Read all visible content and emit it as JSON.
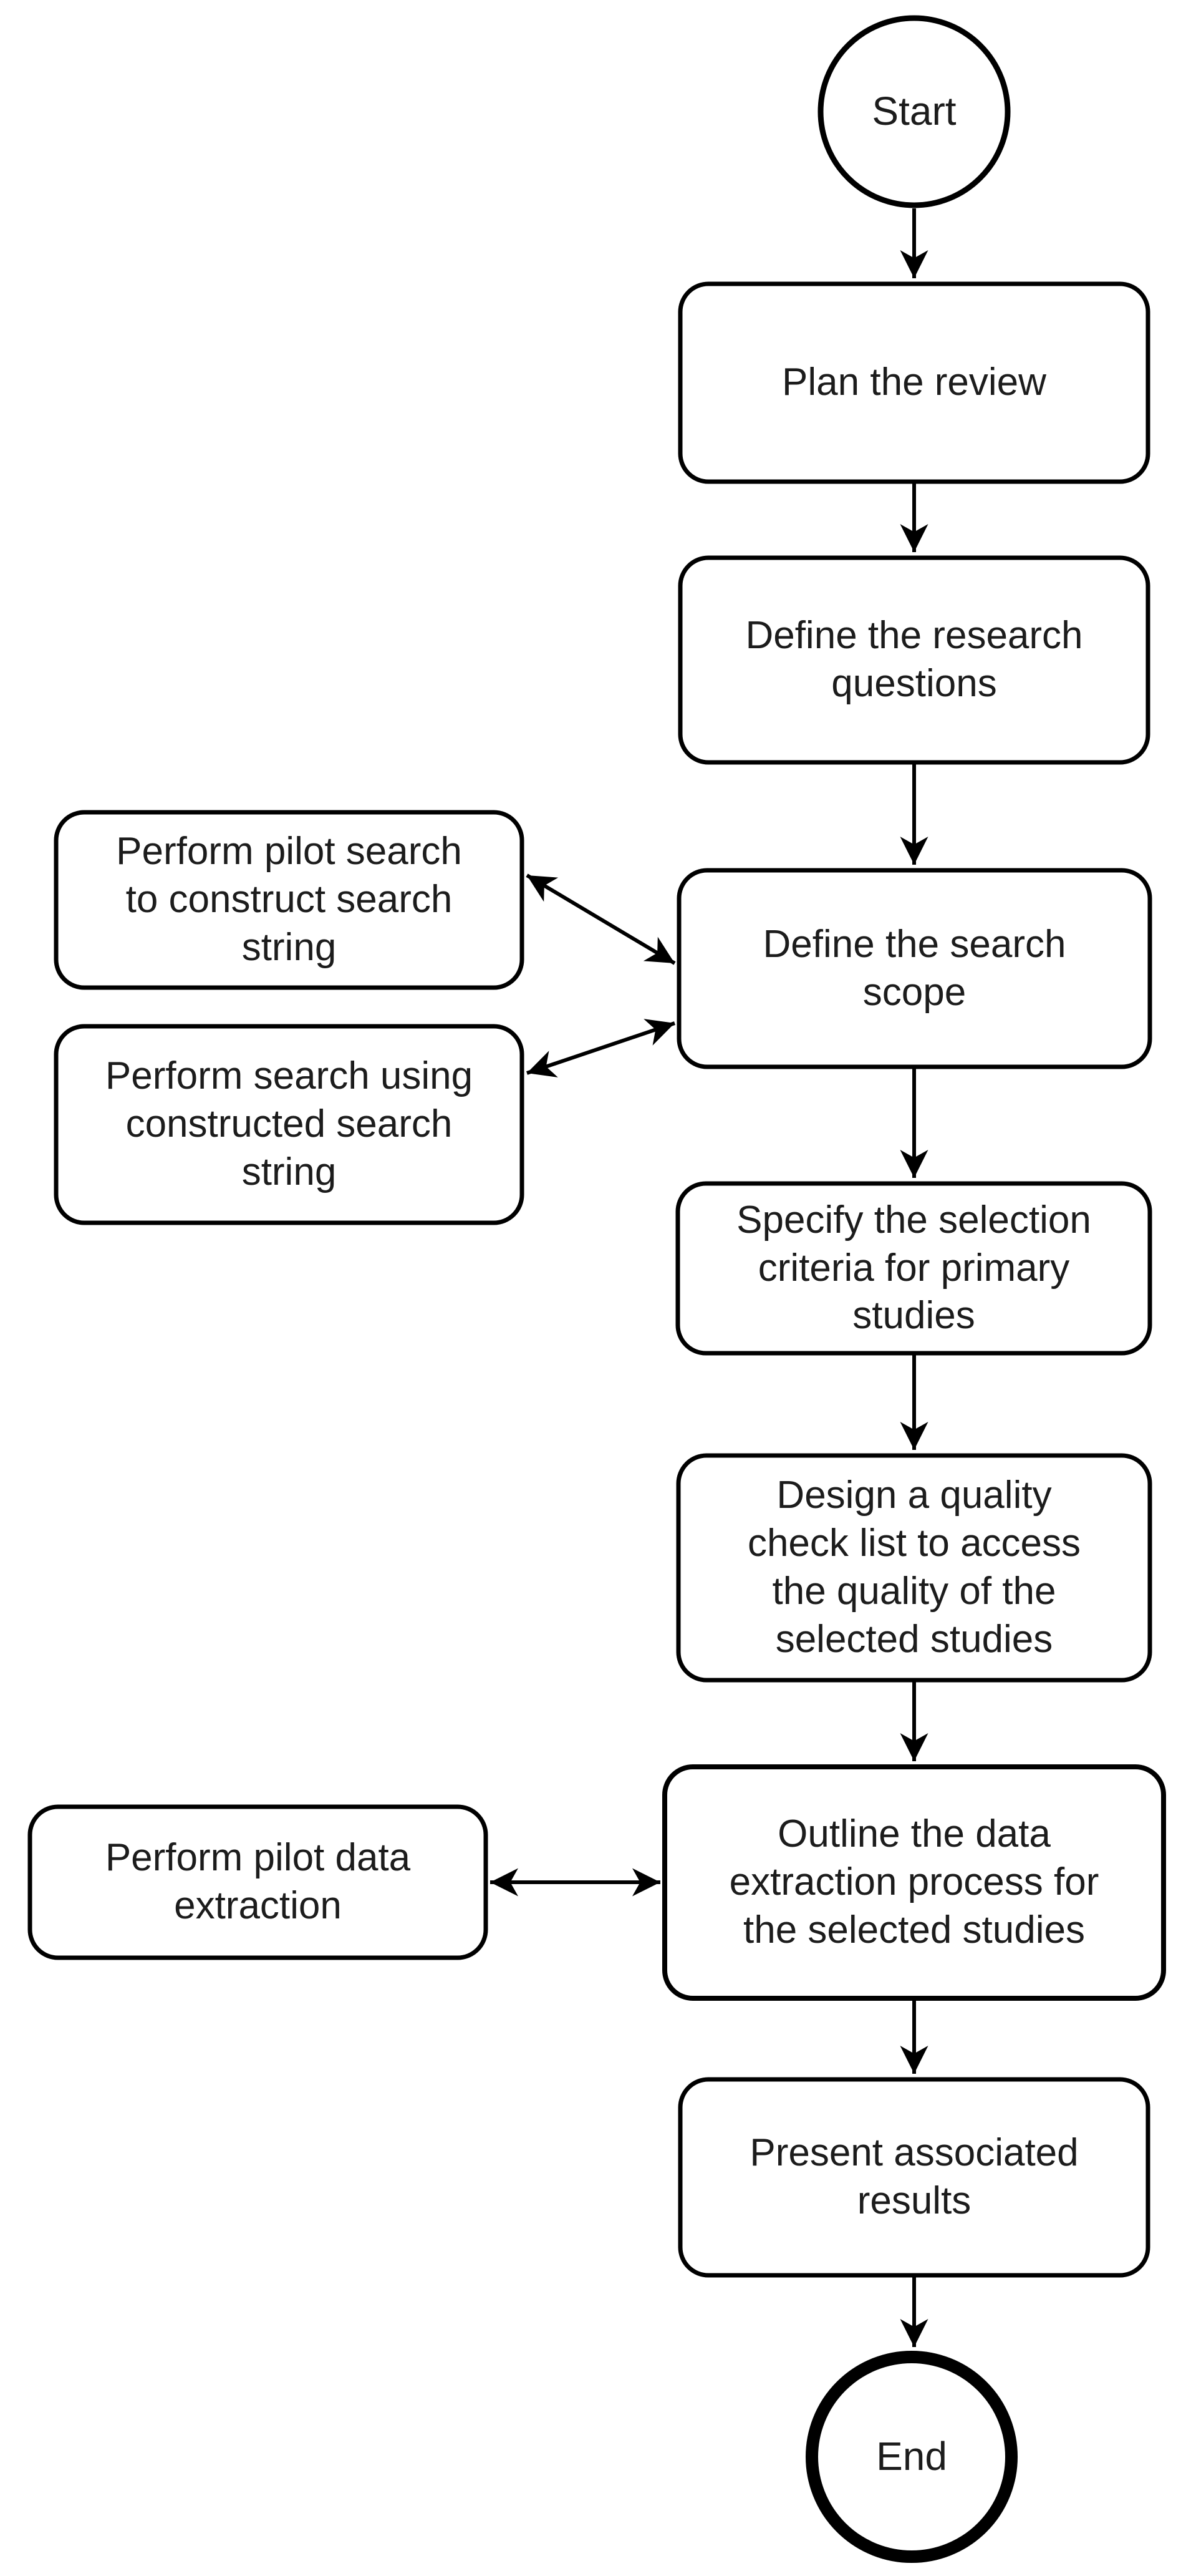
{
  "diagram": {
    "type": "flowchart",
    "colors": {
      "stroke": "#000000",
      "text": "#1c1c1c",
      "fill": "#ffffff",
      "background": "#ffffff"
    },
    "nodes": [
      {
        "id": "start",
        "type": "start-terminator",
        "label": "Start"
      },
      {
        "id": "plan_review",
        "type": "process",
        "label": "Plan the review"
      },
      {
        "id": "define_research_questions",
        "type": "process",
        "label": "Define the research questions"
      },
      {
        "id": "pilot_search",
        "type": "process",
        "label": "Perform pilot search to construct search string"
      },
      {
        "id": "search_using_string",
        "type": "process",
        "label": "Perform search using constructed search string"
      },
      {
        "id": "define_search_scope",
        "type": "process",
        "label": "Define the search scope"
      },
      {
        "id": "selection_criteria",
        "type": "process",
        "label": "Specify the selection criteria for primary studies"
      },
      {
        "id": "quality_checklist",
        "type": "process",
        "label": "Design a quality check list to access the quality of the selected studies"
      },
      {
        "id": "pilot_data_extraction",
        "type": "process",
        "label": "Perform pilot data extraction"
      },
      {
        "id": "data_extraction_process",
        "type": "process",
        "label": "Outline the data extraction process for the selected studies"
      },
      {
        "id": "present_results",
        "type": "process",
        "label": "Present associated results"
      },
      {
        "id": "end",
        "type": "end-terminator",
        "label": "End"
      }
    ],
    "edges": [
      {
        "from": "start",
        "to": "plan_review",
        "arrow": "single"
      },
      {
        "from": "plan_review",
        "to": "define_research_questions",
        "arrow": "single"
      },
      {
        "from": "define_research_questions",
        "to": "define_search_scope",
        "arrow": "single"
      },
      {
        "from": "define_search_scope",
        "to": "pilot_search",
        "arrow": "double"
      },
      {
        "from": "define_search_scope",
        "to": "search_using_string",
        "arrow": "double"
      },
      {
        "from": "define_search_scope",
        "to": "selection_criteria",
        "arrow": "single"
      },
      {
        "from": "selection_criteria",
        "to": "quality_checklist",
        "arrow": "single"
      },
      {
        "from": "quality_checklist",
        "to": "data_extraction_process",
        "arrow": "single"
      },
      {
        "from": "data_extraction_process",
        "to": "pilot_data_extraction",
        "arrow": "double"
      },
      {
        "from": "data_extraction_process",
        "to": "present_results",
        "arrow": "single"
      },
      {
        "from": "present_results",
        "to": "end",
        "arrow": "single"
      }
    ]
  }
}
